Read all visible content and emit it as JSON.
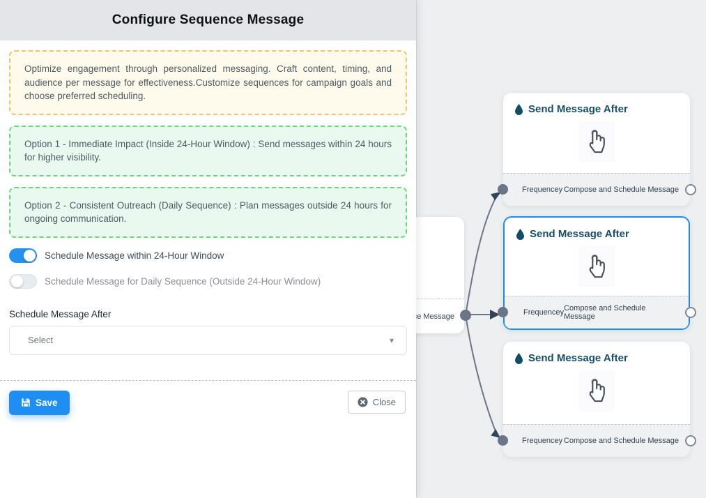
{
  "modal": {
    "title": "Configure Sequence Message",
    "intro_note": "Optimize engagement through personalized messaging. Craft content, timing, and audience per message for effectiveness.Customize sequences for campaign goals and choose preferred scheduling.",
    "option1_note": "Option 1 - Immediate Impact (Inside 24-Hour Window) : Send messages within 24 hours for higher visibility.",
    "option2_note": "Option 2 - Consistent Outreach (Daily Sequence) : Plan messages outside 24 hours for ongoing communication.",
    "toggles": [
      {
        "label": "Schedule Message within 24-Hour Window",
        "state": "on"
      },
      {
        "label": "Schedule Message for Daily Sequence (Outside 24-Hour Window)",
        "state": "off"
      }
    ],
    "schedule_after": {
      "label": "Schedule Message After",
      "value": "Select"
    },
    "save_label": "Save",
    "close_label": "Close"
  },
  "flow": {
    "partial_node_label": "ce Message",
    "nodes": [
      {
        "title": "Send Message After",
        "left_handle": "Frequencey",
        "right_handle": "Compose and Schedule Message",
        "selected": false
      },
      {
        "title": "Send Message After",
        "left_handle": "Frequencey",
        "right_handle": "Compose and Schedule Message",
        "selected": true
      },
      {
        "title": "Send Message After",
        "left_handle": "Frequencey",
        "right_handle": "Compose and Schedule Message",
        "selected": false
      }
    ]
  },
  "colors": {
    "accent_blue": "#1e8ef2",
    "selected_node_border": "#1d8cf0",
    "toggle_on": "#2491ef",
    "note_yellow_border": "#f0c46a",
    "note_green_border": "#67d977",
    "node_title": "#174e66",
    "edge_gray": "#6b7687",
    "arrow_navy": "#2f4558",
    "header_bg": "#e3e5e8",
    "canvas_bg": "#edeff1"
  }
}
